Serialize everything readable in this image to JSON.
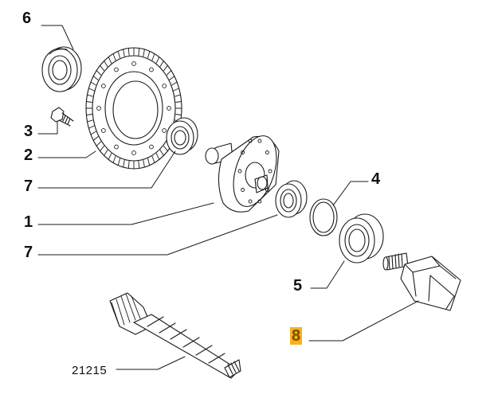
{
  "callouts": {
    "c6": "6",
    "c3": "3",
    "c2": "2",
    "c7a": "7",
    "c4": "4",
    "c1": "1",
    "c7b": "7",
    "c5": "5",
    "c8": "8",
    "c21215": "21215"
  },
  "colors": {
    "highlight": "#f7b21a",
    "line": "#1a1a1a"
  },
  "icons": [
    "ring-gear",
    "bearing",
    "bolt",
    "differential-case",
    "shim-ring",
    "oil-seal",
    "drive-shaft",
    "pinion-shaft"
  ]
}
